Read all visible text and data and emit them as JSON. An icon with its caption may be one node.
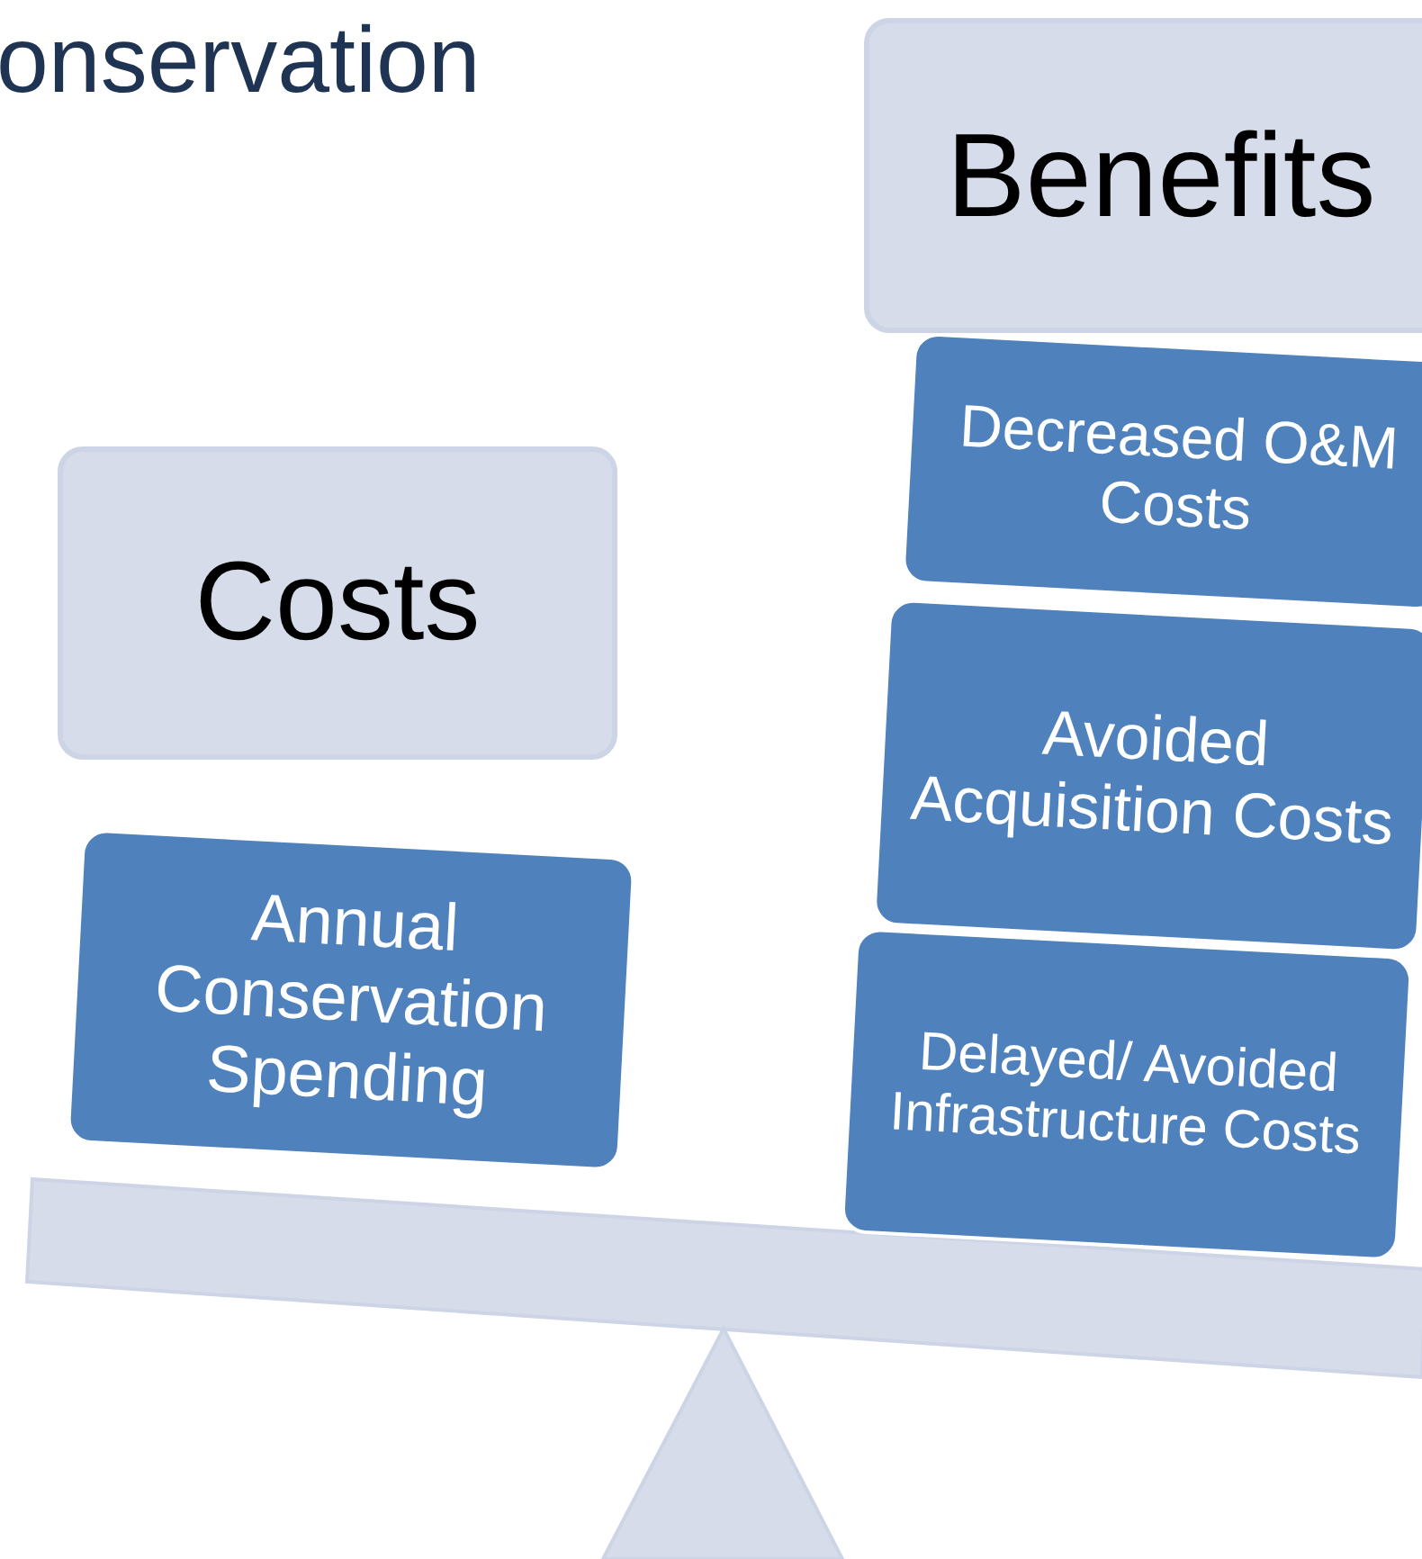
{
  "diagram": {
    "title": "onservation",
    "nodes": [
      {
        "text": [
          "Benefits"
        ]
      },
      {
        "text": [
          "Decreased O&M Costs"
        ]
      },
      {
        "text": [
          "Avoided Acquisition Costs"
        ]
      },
      {
        "text": [
          "Delayed/ Avoided Infrastructure Costs"
        ]
      },
      {
        "text": [
          "Costs"
        ]
      },
      {
        "text": [
          "Annual Conservation Spending"
        ]
      }
    ],
    "edges": []
  }
}
